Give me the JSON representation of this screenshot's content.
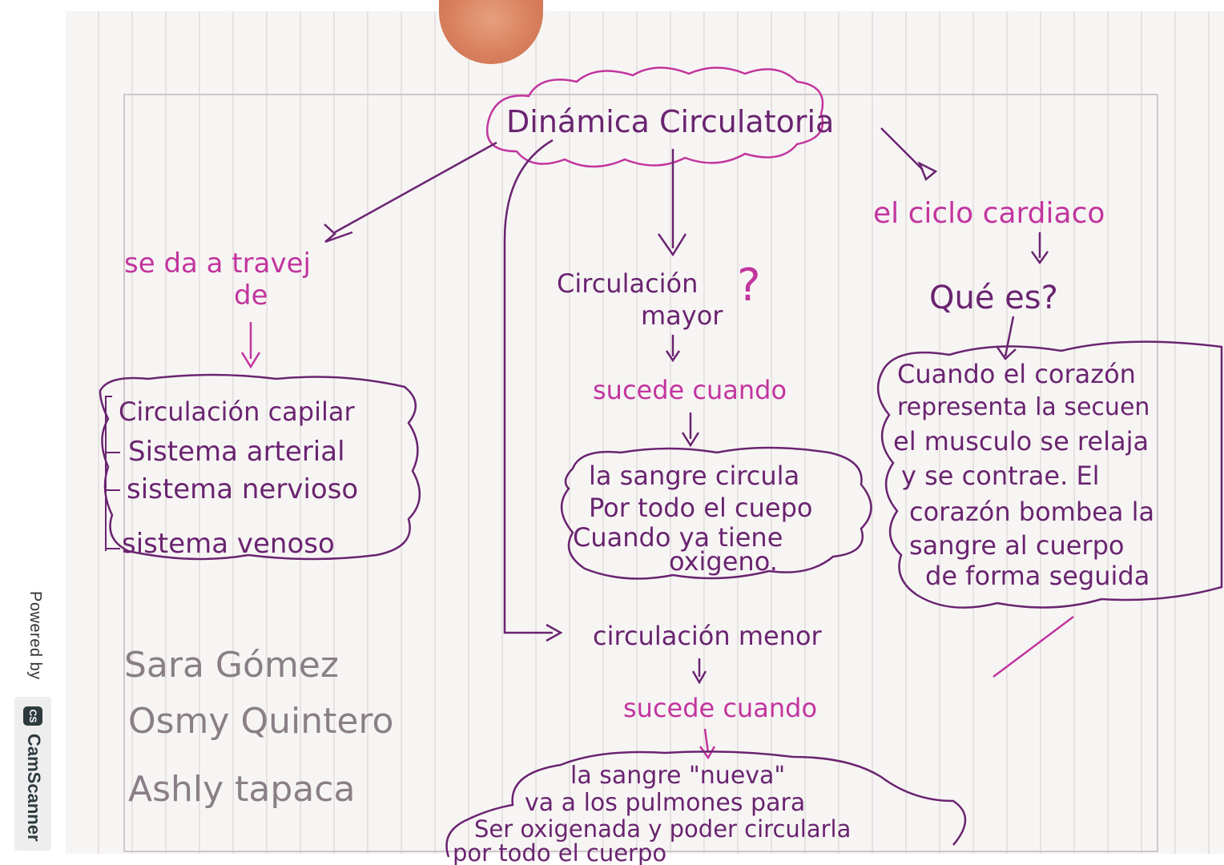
{
  "sidebar": {
    "powered_by": "Powered by",
    "brand_icon": "CS",
    "brand_name": "CamScanner",
    "icon": "camscanner-logo-icon"
  },
  "diagram": {
    "title": "Dinámica Circulatoria",
    "left_branch": {
      "connector": [
        "se da a travej",
        "de"
      ],
      "box_items": [
        "Circulación capilar",
        "Sistema arterial",
        "sistema nervioso",
        "sistema venoso"
      ]
    },
    "middle_branch": {
      "heading": [
        "Circulación",
        "mayor"
      ],
      "question_mark": "?",
      "connector": "sucede cuando",
      "box_lines": [
        "la sangre circula",
        "Por todo el cuepo",
        "Cuando ya tiene",
        "oxigeno."
      ]
    },
    "right_branch": {
      "heading": "el ciclo cardiaco",
      "question": "Qué es?",
      "box_lines": [
        "Cuando el corazón",
        "representa la secuen",
        "el musculo se relaja",
        "y se contrae. El",
        "corazón bombea la",
        "sangre al cuerpo",
        "de forma seguida"
      ]
    },
    "lower_branch": {
      "heading": "circulación menor",
      "connector": "sucede cuando",
      "box_lines": [
        "la sangre \"nueva\"",
        "va a los pulmones para",
        "Ser oxigenada y poder circularla",
        "por todo el cuerpo"
      ]
    },
    "authors": [
      "Sara Gómez",
      "Osmy Quintero",
      "Ashly tapaca"
    ],
    "colors": {
      "pink": "#c2359e",
      "purple": "#6a2470",
      "pencil": "#8a7f86",
      "finger": "#d9805e"
    }
  }
}
